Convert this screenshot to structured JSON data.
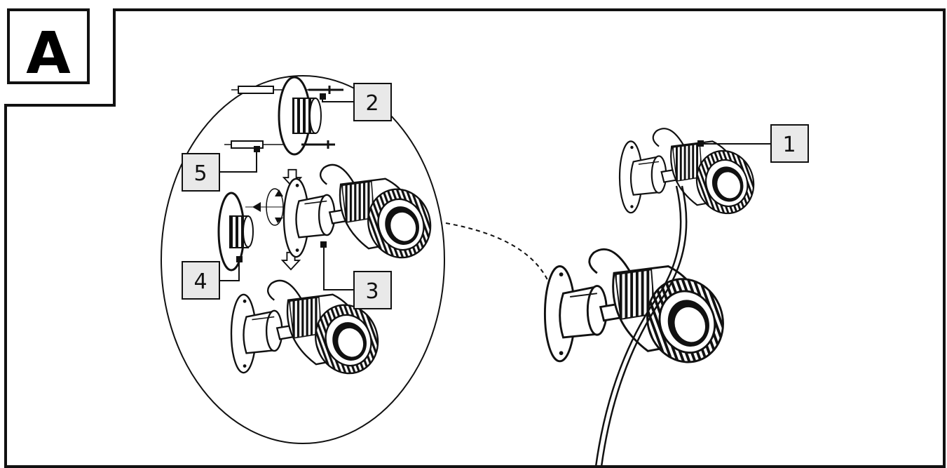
{
  "section_letter": "A",
  "callouts": [
    "1",
    "2",
    "3",
    "4",
    "5"
  ],
  "colors": {
    "line": "#111111",
    "box_fill": "#e9e9e9",
    "background": "#ffffff"
  },
  "icons": [
    "down-arrow-icon",
    "down-arrow-icon",
    "rotate-arrows-icon",
    "wall-spotlight-icon"
  ]
}
